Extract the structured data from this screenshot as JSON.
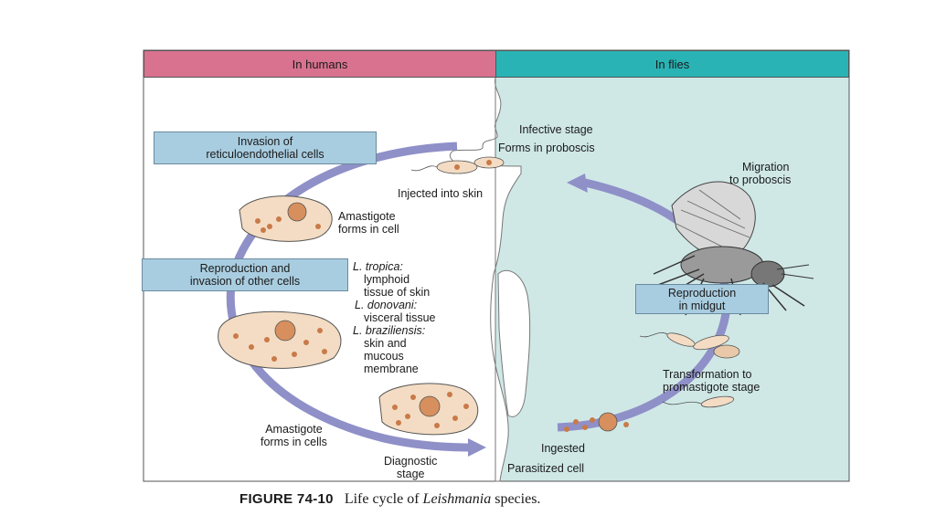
{
  "header": {
    "humans": "In humans",
    "flies": "In flies"
  },
  "boxes": {
    "invasion": [
      "Invasion of",
      "reticuloendothelial cells"
    ],
    "reproduction_other": [
      "Reproduction and",
      "invasion of other cells"
    ],
    "reproduction_midgut": [
      "Reproduction",
      "in midgut"
    ]
  },
  "labels": {
    "infective_stage": "Infective stage",
    "forms_proboscis": "Forms in proboscis",
    "migration": [
      "Migration",
      "to proboscis"
    ],
    "injected": "Injected into skin",
    "amastigote_cell": [
      "Amastigote",
      "forms in cell"
    ],
    "species": [
      {
        "text": "L. tropica:",
        "italic": true
      },
      {
        "text": "lymphoid",
        "italic": false
      },
      {
        "text": "tissue of skin",
        "italic": false
      },
      {
        "text": "L. donovani:",
        "italic": true
      },
      {
        "text": "visceral tissue",
        "italic": false
      },
      {
        "text": "L. braziliensis:",
        "italic": true
      },
      {
        "text": "skin and",
        "italic": false
      },
      {
        "text": "mucous",
        "italic": false
      },
      {
        "text": "membrane",
        "italic": false
      }
    ],
    "transformation": [
      "Transformation to",
      "promastigote stage"
    ],
    "amastigote_cells": [
      "Amastigote",
      "forms in cells"
    ],
    "diagnostic": [
      "Diagnostic",
      "stage"
    ],
    "ingested": "Ingested",
    "parasitized": "Parasitized cell"
  },
  "caption": {
    "figure": "FIGURE 74-10",
    "text_pre": "Life cycle of ",
    "genus": "Leishmania",
    "text_post": " species."
  },
  "colors": {
    "humans_header": "#d9728f",
    "flies_header": "#2ab3b5",
    "flies_panel": "#cfe8e6",
    "box_fill": "#a9cde0",
    "arrow": "#8f90c8",
    "cell_fill": "#f3dcc3",
    "nucleus": "#d78f5e"
  }
}
